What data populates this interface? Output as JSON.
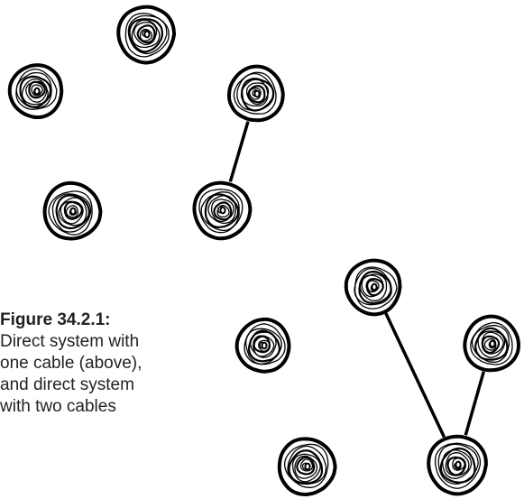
{
  "caption": {
    "title": "Figure 34.2.1:",
    "lines": [
      "Direct system with",
      "one cable (above),",
      "and direct system",
      "with two cables"
    ]
  },
  "diagram": {
    "systems": [
      {
        "name": "one-cable-system",
        "trees": [
          "tree-a",
          "tree-b",
          "tree-c",
          "tree-d",
          "tree-e"
        ],
        "cables": [
          [
            "tree-c",
            "tree-e"
          ]
        ]
      },
      {
        "name": "two-cable-system",
        "trees": [
          "tree-f",
          "tree-g",
          "tree-h",
          "tree-i",
          "tree-j"
        ],
        "cables": [
          [
            "tree-f",
            "tree-j"
          ],
          [
            "tree-h",
            "tree-j"
          ]
        ]
      }
    ],
    "colors": {
      "stroke": "#000000",
      "fill": "#ffffff",
      "text": "#222222"
    }
  }
}
